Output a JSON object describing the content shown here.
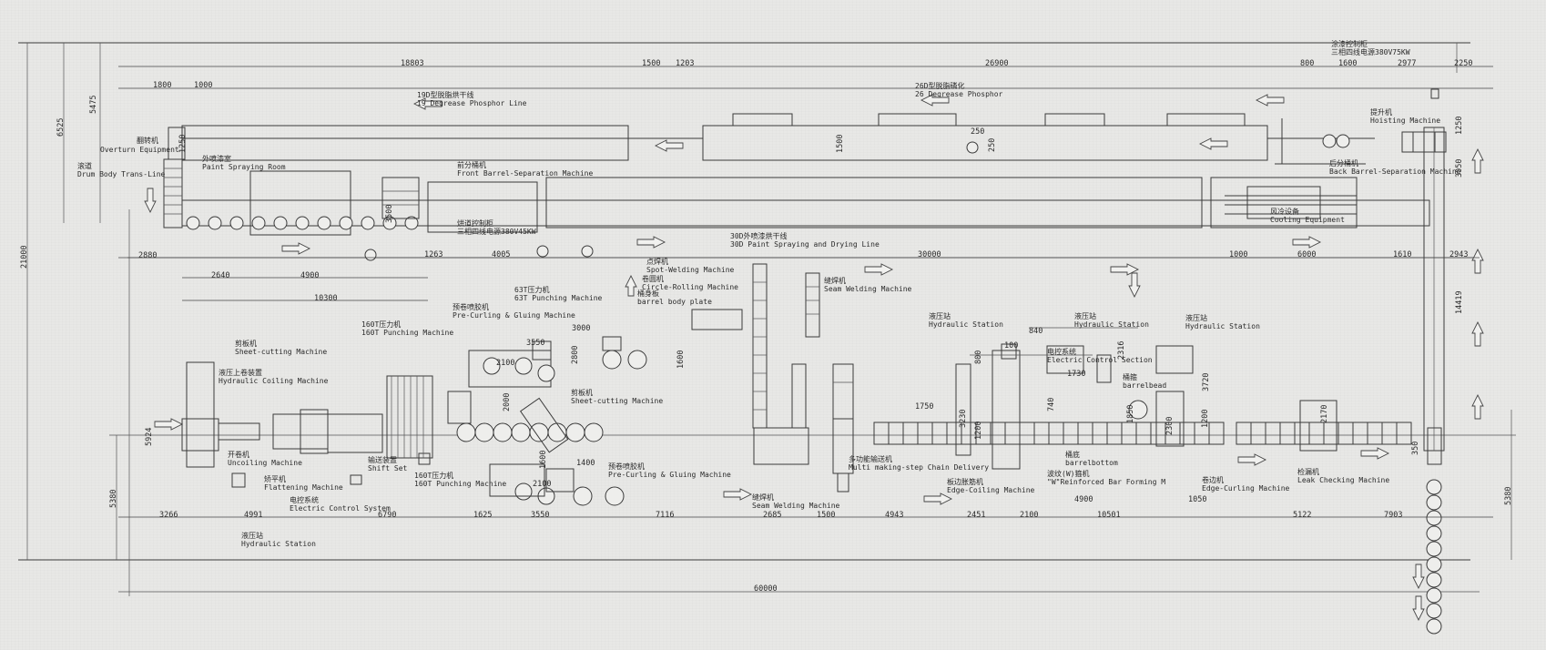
{
  "labels": {
    "overturn_cn": "翻转机",
    "overturn_en": "Overturn Equipment",
    "roller_cn": "滚道",
    "roller_en": "Drum Body Trans-Line",
    "degrease19_cn": "19D型脱脂烘干线",
    "degrease19_en": "19 Degrease Phosphor Line",
    "degrease26_cn": "26D型脱脂磷化",
    "degrease26_en": "26 Degrease Phosphor",
    "paint_room_cn": "外喷漆室",
    "paint_room_en": "Paint Spraying Room",
    "front_sep_cn": "前分桶机",
    "front_sep_en": "Front Barrel-Separation Machine",
    "oven_ctrl_cn": "烘道控制柜",
    "oven_ctrl_power": "三相四线电源380V45KW",
    "paint_line_cn": "30D外喷漆烘干线",
    "paint_line_en": "30D Paint Spraying and Drying Line",
    "cooling_cn": "风冷设备",
    "cooling_en": "Cooling Equipment",
    "back_sep_cn": "后分桶机",
    "back_sep_en": "Back Barrel-Separation Machine",
    "hoist_cn": "提升机",
    "hoist_en": "Hoisting Machine",
    "paint_ctrl_cn": "涂漆控制柜",
    "paint_ctrl_power": "三相四线电源380V75KW",
    "spot_weld_cn": "点焊机",
    "spot_weld_en": "Spot-Welding Machine",
    "circle_roll_cn": "卷圆机",
    "circle_roll_en": "Circle-Rolling Machine",
    "body_plate_cn": "桶身板",
    "body_plate_en": "barrel body plate",
    "seam_weld_top_cn": "缝焊机",
    "seam_weld_top_en": "Seam Welding Machine",
    "punch63_cn": "63T压力机",
    "punch63_en": "63T Punching Machine",
    "precurl_top_cn": "预卷喷胶机",
    "precurl_top_en": "Pre-Curling & Gluing Machine",
    "punch160_top_cn": "160T压力机",
    "punch160_top_en": "160T Punching Machine",
    "sheet_cut_cn": "剪板机",
    "sheet_cut_en": "Sheet-cutting Machine",
    "hyd_coil_cn": "液压上卷装置",
    "hyd_coil_en": "Hydraulic Coiling Machine",
    "uncoil_cn": "开卷机",
    "uncoil_en": "Uncoiling Machine",
    "flatten_cn": "矫平机",
    "flatten_en": "Flattening Machine",
    "elec_sys_cn": "电控系统",
    "elec_sys_en": "Electric Control System",
    "shift_cn": "输送装置",
    "shift_en": "Shift Set",
    "hyd_station_cn": "液压站",
    "hyd_station_en": "Hydraulic Station",
    "punch160_bot_cn": "160T压力机",
    "punch160_bot_en": "160T Punching Machine",
    "sheet_cut2_cn": "剪板机",
    "sheet_cut2_en": "Sheet-cutting Machine",
    "precurl_bot_cn": "预卷喷胶机",
    "precurl_bot_en": "Pre-Curling & Gluing Machine",
    "seam_weld_bot_cn": "缝焊机",
    "seam_weld_bot_en": "Seam Welding Machine",
    "chain_cn": "多功能输送机",
    "chain_en": "Multi making-step Chain Delivery",
    "edge_col_cn": "板边胀筋机",
    "edge_col_en": "Edge-Coiling Machine",
    "hyd1_cn": "液压站",
    "hyd1_en": "Hydraulic Station",
    "hyd2_cn": "液压站",
    "hyd2_en": "Hydraulic Station",
    "hyd3_cn": "液压站",
    "hyd3_en": "Hydraulic Station",
    "elec_sec_cn": "电控系统",
    "elec_sec_en": "Electric Control Section",
    "barrelbead_cn": "桶箍",
    "barrelbead_en": "barrelbead",
    "barrelbottom_cn": "桶底",
    "barrelbottom_en": "barrelbottom",
    "reinforce_cn": "波纹(W)箍机",
    "reinforce_en": "\"W\"Reinforced Bar Forming M",
    "edge_curl_cn": "卷边机",
    "edge_curl_en": "Edge-Curling Machine",
    "leak_cn": "检漏机",
    "leak_en": "Leak Checking Machine"
  },
  "dims": {
    "top": [
      "1800",
      "1000",
      "18803",
      "1500",
      "1203",
      "26900",
      "800",
      "1600",
      "2977",
      "2250"
    ],
    "left": [
      "6525",
      "5475",
      "21000",
      "5380"
    ],
    "mid_row": [
      "2880",
      "1263",
      "4005",
      "30000",
      "1000",
      "6000",
      "1610",
      "2943"
    ],
    "paint_row": [
      "2640",
      "4900",
      "10300"
    ],
    "bottom_row": [
      "3266",
      "4991",
      "6790",
      "1625",
      "3550",
      "7116",
      "2685",
      "1500",
      "4943",
      "2451",
      "2100",
      "10501",
      "4900",
      "1050",
      "5122",
      "7903"
    ],
    "total": "60000",
    "right": [
      "5380",
      "14419",
      "3050",
      "1250"
    ],
    "misc": [
      "1250",
      "1500",
      "250",
      "250",
      "3500",
      "3000",
      "3550",
      "2100",
      "2000",
      "2800",
      "1600",
      "1400",
      "2100",
      "1600",
      "5924",
      "1750",
      "3230",
      "1200",
      "800",
      "840",
      "100",
      "1730",
      "2316",
      "740",
      "1850",
      "2300",
      "1200",
      "3720",
      "2170",
      "350"
    ]
  }
}
